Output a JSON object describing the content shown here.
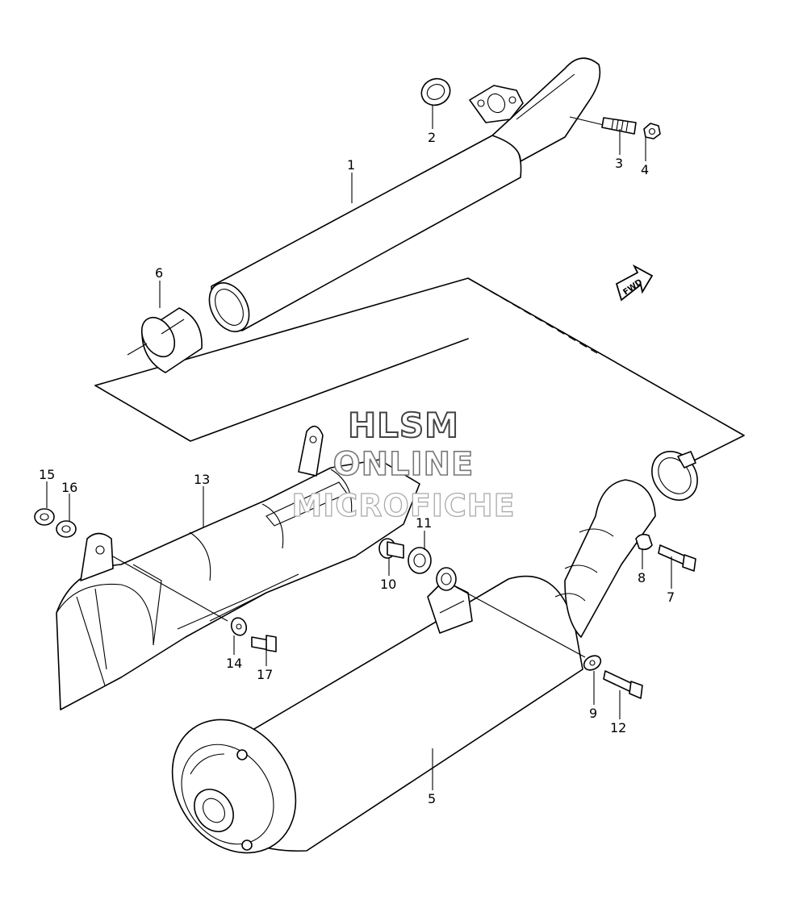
{
  "watermark": {
    "line1": "HLSM",
    "line2": "ONLINE",
    "line3": "MICROFICHE"
  },
  "fwd_badge": "FWD",
  "callouts": {
    "p1": "1",
    "p2": "2",
    "p3": "3",
    "p4": "4",
    "p5": "5",
    "p6": "6",
    "p7": "7",
    "p8": "8",
    "p9": "9",
    "p10": "10",
    "p11": "11",
    "p12": "12",
    "p13": "13",
    "p14": "14",
    "p15": "15",
    "p16": "16",
    "p17": "17"
  }
}
